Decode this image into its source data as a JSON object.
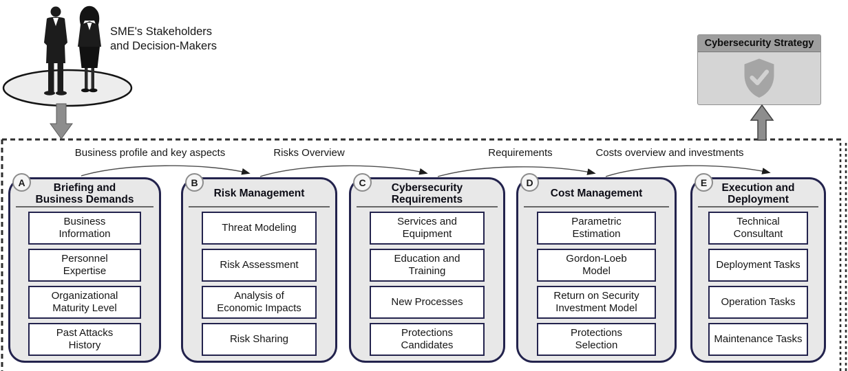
{
  "stakeholders": {
    "label": "SME's Stakeholders\nand Decision-Makers",
    "icon": "businesspeople-on-platform"
  },
  "strategy": {
    "title": "Cybersecurity Strategy",
    "icon": "shield-check"
  },
  "flow_labels": [
    "Business profile and key aspects",
    "Risks Overview",
    "Requirements",
    "Costs overview and investments"
  ],
  "stages": [
    {
      "id": "A",
      "title": "Briefing and\nBusiness Demands",
      "items": [
        "Business\nInformation",
        "Personnel\nExpertise",
        "Organizational\nMaturity Level",
        "Past Attacks\nHistory"
      ]
    },
    {
      "id": "B",
      "title": "Risk Management",
      "items": [
        "Threat Modeling",
        "Risk Assessment",
        "Analysis of\nEconomic Impacts",
        "Risk Sharing"
      ]
    },
    {
      "id": "C",
      "title": "Cybersecurity\nRequirements",
      "items": [
        "Services and\nEquipment",
        "Education and\nTraining",
        "New Processes",
        "Protections\nCandidates"
      ]
    },
    {
      "id": "D",
      "title": "Cost Management",
      "items": [
        "Parametric\nEstimation",
        "Gordon-Loeb\nModel",
        "Return on Security\nInvestment Model",
        "Protections\nSelection"
      ]
    },
    {
      "id": "E",
      "title": "Execution and\nDeployment",
      "items": [
        "Technical\nConsultant",
        "Deployment Tasks",
        "Operation Tasks",
        "Maintenance Tasks"
      ]
    }
  ],
  "colors": {
    "stage_border": "#23234d",
    "stage_fill": "#e8e8e8",
    "item_fill": "#ffffff",
    "strategy_header": "#9e9e9e",
    "strategy_body": "#d5d5d5",
    "shield": "#a5a5a5",
    "arrow_gray": "#8d8d8d",
    "dash": "#2e2e2e"
  }
}
